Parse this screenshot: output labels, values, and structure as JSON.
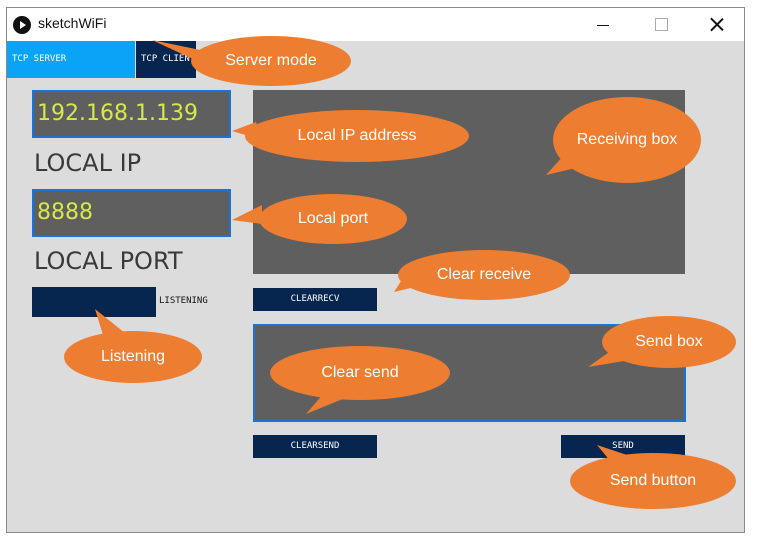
{
  "window": {
    "title": "sketchWiFi"
  },
  "tabs": [
    {
      "label": "TCP SERVER"
    },
    {
      "label": "TCP CLIENT"
    }
  ],
  "local": {
    "ip_value": "192.168.1.139",
    "ip_label": "LOCAL IP",
    "port_value": "8888",
    "port_label": "LOCAL PORT"
  },
  "buttons": {
    "listen": "",
    "listen_status": "LISTENING",
    "clear_recv": "CLEARRECV",
    "clear_send": "CLEARSEND",
    "send": "SEND"
  },
  "annotations": {
    "server_mode": "Server mode",
    "local_ip": "Local IP address",
    "local_port": "Local port",
    "listening": "Listening",
    "receiving_box": "Receiving box",
    "clear_receive": "Clear receive",
    "send_box": "Send box",
    "clear_send": "Clear send",
    "send_button": "Send button"
  },
  "colors": {
    "accent_tab": "#0aa3f5",
    "button_navy": "#07264f",
    "field_bg": "#5f5f5f",
    "field_text": "#d7e84a",
    "callout": "#ed7d31"
  }
}
